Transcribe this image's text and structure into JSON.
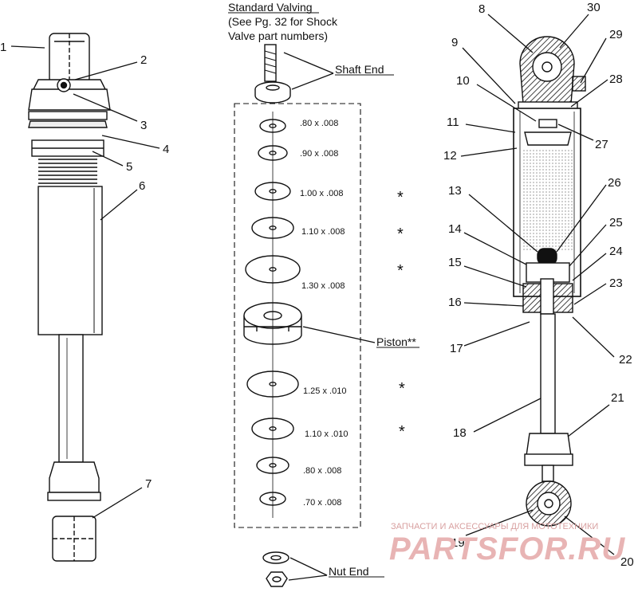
{
  "header": {
    "line1": "Standard Valving",
    "line2": "(See Pg. 32 for Shock",
    "line3": "Valve part numbers)"
  },
  "labels": {
    "shaft_end": "Shaft End",
    "piston": "Piston**",
    "nut_end": "Nut End"
  },
  "valving": [
    {
      "size": ".80 x .008",
      "star": ""
    },
    {
      "size": ".90 x .008",
      "star": ""
    },
    {
      "size": "1.00 x .008",
      "star": "*"
    },
    {
      "size": "1.10 x .008",
      "star": "*"
    },
    {
      "size": "1.30 x .008",
      "star": "*"
    },
    {
      "size": "1.25 x .010",
      "star": "*"
    },
    {
      "size": "1.10 x .010",
      "star": "*"
    },
    {
      "size": ".80 x .008",
      "star": ""
    },
    {
      "size": ".70 x .008",
      "star": ""
    }
  ],
  "callouts": [
    "1",
    "2",
    "3",
    "4",
    "5",
    "6",
    "7",
    "8",
    "9",
    "10",
    "11",
    "12",
    "13",
    "14",
    "15",
    "16",
    "17",
    "18",
    "19",
    "20",
    "21",
    "22",
    "23",
    "24",
    "25",
    "26",
    "27",
    "28",
    "29",
    "30"
  ],
  "watermark": {
    "top": "ЗАПЧАСТИ И АКСЕССУАРЫ ДЛЯ МОТОТЕХНИКИ",
    "brand": "PARTSFOR.RU"
  },
  "colors": {
    "ink": "#111111",
    "watermark": "#e8b4b4"
  }
}
